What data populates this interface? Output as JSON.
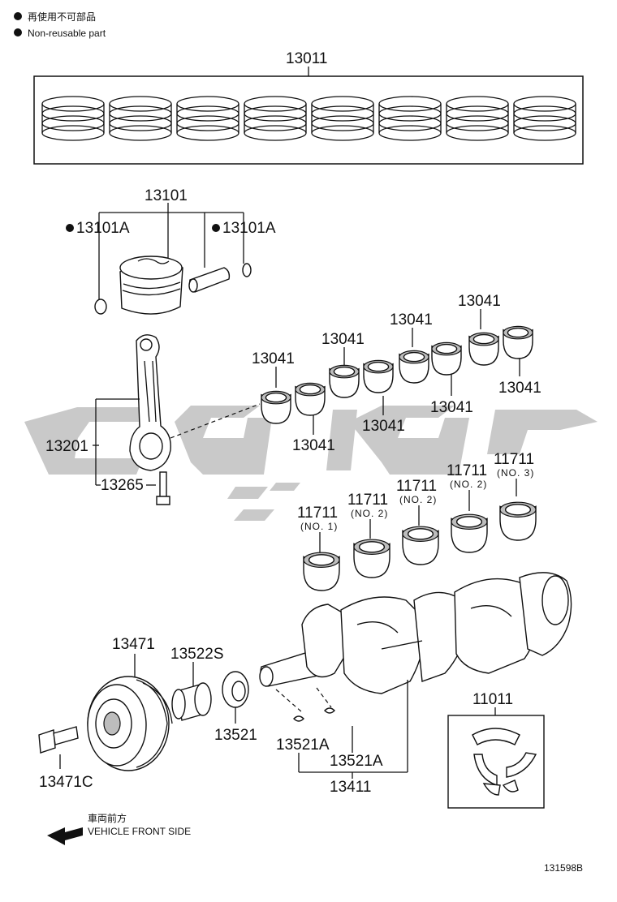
{
  "legend": {
    "reuse_ja": "再使用不可部品",
    "reuse_en": "Non-reusable part"
  },
  "parts": {
    "p13011": "13011",
    "p13101": "13101",
    "p13101A_left": "13101A",
    "p13101A_right": "13101A",
    "p13201": "13201",
    "p13265": "13265",
    "p13041_a": "13041",
    "p13041_b": "13041",
    "p13041_c": "13041",
    "p13041_d": "13041",
    "p13041_e": "13041",
    "p13041_f": "13041",
    "p13041_g": "13041",
    "p13041_h": "13041",
    "p11711_no1": "11711",
    "p11711_no2a": "11711",
    "p11711_no2b": "11711",
    "p11711_no2c": "11711",
    "p11711_no3": "11711",
    "no1": "(NO. 1)",
    "no2a": "(NO. 2)",
    "no2b": "(NO. 2)",
    "no2c": "(NO. 2)",
    "no3": "(NO. 3)",
    "p13471": "13471",
    "p13522S": "13522S",
    "p13521": "13521",
    "p13521A_a": "13521A",
    "p13521A_b": "13521A",
    "p13411": "13411",
    "p13471C": "13471C",
    "p11011": "11011"
  },
  "direction": {
    "ja": "車両前方",
    "en": "VEHICLE FRONT SIDE"
  },
  "figure_code": "131598B"
}
